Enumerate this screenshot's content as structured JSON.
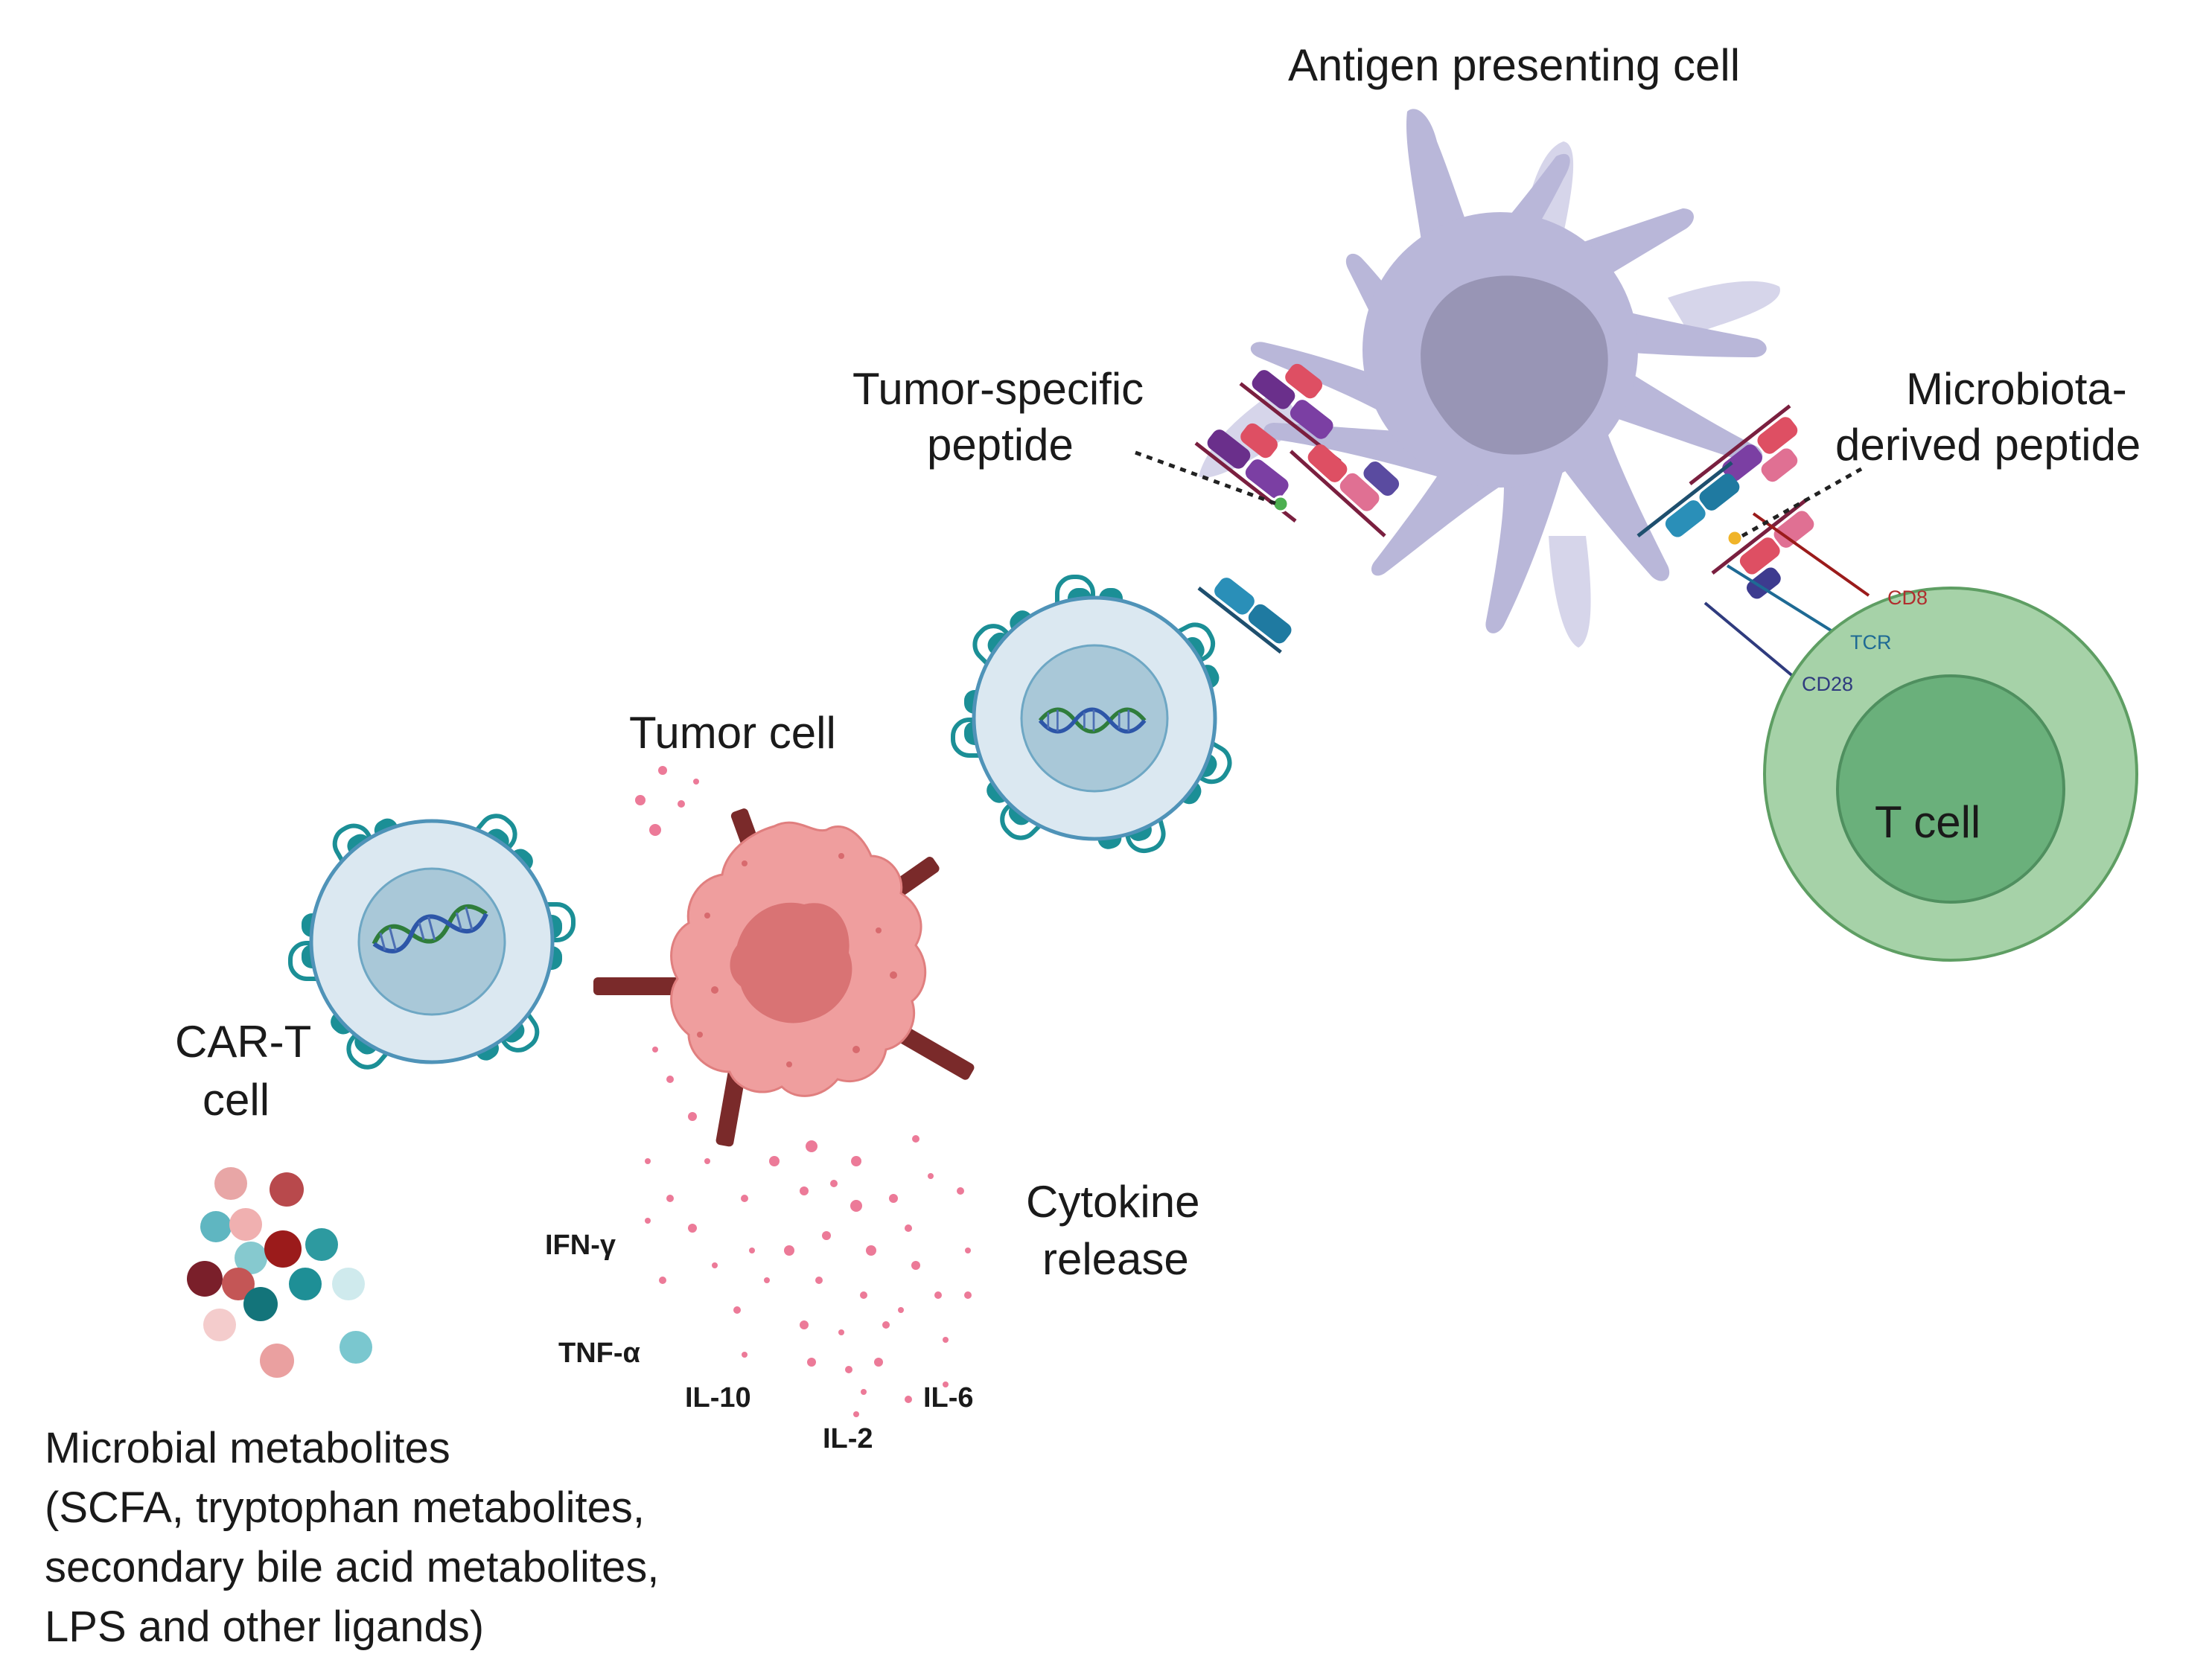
{
  "labels": {
    "apc": "Antigen presenting cell",
    "tumor_peptide_line1": "Tumor-specific",
    "tumor_peptide_line2": "peptide",
    "microbiota_peptide_line1": "Microbiota-",
    "microbiota_peptide_line2": "derived peptide",
    "cd8": "CD8",
    "tcr": "TCR",
    "cd28": "CD28",
    "t_cell": "T cell",
    "tumor_cell": "Tumor cell",
    "car_t_line1": "CAR-T",
    "car_t_line2": "cell",
    "cytokine_line1": "Cytokine",
    "cytokine_line2": "release",
    "metabolites_line1": "Microbial metabolites",
    "metabolites_line2": "(SCFA, tryptophan metabolites,",
    "metabolites_line3": "secondary bile acid metabolites,",
    "metabolites_line4": "LPS and other ligands)"
  },
  "cytokines": [
    "IFN-γ",
    "TNF-α",
    "IL-10",
    "IL-2",
    "IL-6"
  ],
  "colors": {
    "car_t_membrane": "#dbe8f1",
    "car_t_nucleus": "#a9c8d8",
    "car_receptor": "#1b8f96",
    "tumor_body": "#ef9e9e",
    "tumor_nucleus": "#d97374",
    "tumor_antigen": "#7a2a2a",
    "apc_body": "#b9b7d9",
    "apc_nucleus": "#9895b5",
    "t_cell_outer": "#a6d2a8",
    "t_cell_inner": "#6ab07b",
    "cytokine_dots": "#ec7a98",
    "cd8_red": "#b02e2e",
    "tcr_blue": "#1e6a94",
    "cd28_navy": "#2f3b7e"
  }
}
